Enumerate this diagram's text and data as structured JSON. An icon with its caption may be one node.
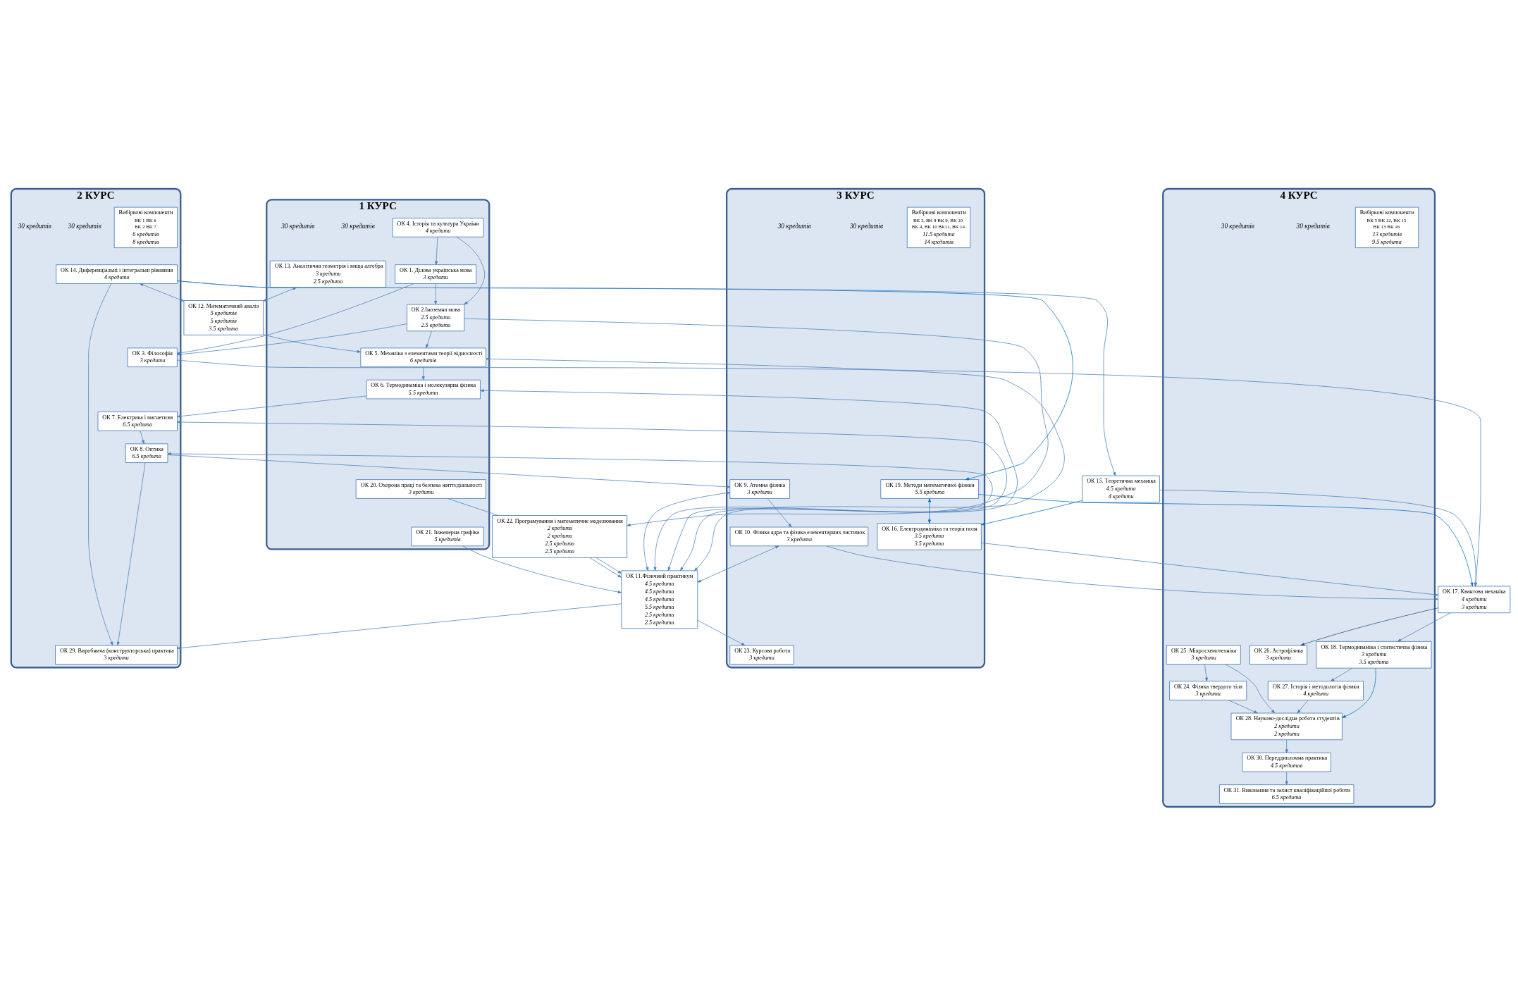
{
  "diagram": {
    "nodes": [
      {
        "text": [
          "1 КУРС"
        ],
        "beside": [
          "30 кредитів",
          "30 кредитів"
        ]
      },
      {
        "text": [
          "2 КУРС"
        ],
        "beside": [
          "30 кредитів",
          "30 кредитів"
        ]
      },
      {
        "text": [
          "3 КУРС"
        ],
        "beside": [
          "30 кредитів",
          "30 кредитів"
        ]
      },
      {
        "text": [
          "4 КУРС"
        ],
        "beside": [
          "30 кредитів",
          "30 кредитів"
        ]
      },
      {
        "text": [
          "ОК 4. Історія та культура України",
          "4 кредити"
        ],
        "in": 0
      },
      {
        "text": [
          "ОК 1. Ділова українська мова",
          "3 кредити"
        ],
        "in": 0
      },
      {
        "text": [
          "ОК 2.Іноземна мова",
          "2.5 кредити",
          "2.5 кредити"
        ],
        "in": 0
      },
      {
        "text": [
          "ОК 13. Аналітична геометрія і вища алгебра",
          "3 кредити",
          "2.5 кредита"
        ],
        "in": 0
      },
      {
        "text": [
          "ОК 12. Математичний аналіз",
          "5 кредитів",
          "5 кредитів",
          "3.5 кредита"
        ]
      },
      {
        "text": [
          "ОК 5. Механіка з елементами теорії відносності",
          "6 кредитів"
        ],
        "in": 0
      },
      {
        "text": [
          "ОК 6. Термодинаміка і молекулярна фізика",
          "5.5 кредита"
        ],
        "in": 0
      },
      {
        "text": [
          "ОК 11.Фізичний практикум",
          "4.5 кредита",
          "4.5 кредита",
          "4.5 кредита",
          "5.5 кредита",
          "2.5 кредита",
          "2.5 кредита"
        ]
      },
      {
        "text": [
          "ОК 22. Програмування і математичне моделювання",
          "2 кредити",
          "2 кредити",
          "2.5 кредита",
          "2.5 кредита"
        ]
      },
      {
        "text": [
          "ОК 20. Охорона праці та безпека життєдіяльності",
          "3 кредити"
        ],
        "in": 0
      },
      {
        "text": [
          "ОК 21. Інженерна графіка",
          "5 кредитів"
        ],
        "in": 0
      },
      {
        "text": [
          "ОК 3. Філософія",
          "3 кредити"
        ],
        "in": 1
      },
      {
        "text": [
          "ОК 15. Теоретична механіка",
          "4.5 кредита",
          "4 кредити"
        ]
      },
      {
        "text": [
          "ОК 14. Диференціальні і інтегральні рівняння",
          "4 кредити"
        ],
        "in": 1
      },
      {
        "text": [
          "ОК 29. Виробнича (конструкторська) практика",
          "3 кредити"
        ],
        "in": 1
      },
      {
        "text": [
          "ОК 7. Електрика і магнетизм",
          "6.5 кредита"
        ],
        "in": 1
      },
      {
        "text": [
          "ОК 8. Оптика",
          "6.5 кредита"
        ],
        "in": 1
      },
      {
        "text": [
          "Вибіркові компоненти",
          "ВК 1 ВК 6",
          "ВК 2 ВК 7",
          "6 кредитів",
          "8 кредитів"
        ],
        "in": 1
      },
      {
        "text": [
          "ОК 17. Квантова механіка",
          "4 кредити",
          "3 кредити"
        ]
      },
      {
        "text": [
          "ОК 19. Методи математичної фізики",
          "5.5 кредита"
        ],
        "in": 2
      },
      {
        "text": [
          "ОК 16. Електродинаміка та теорія поля",
          "3.5 кредита",
          "3.5 кредита"
        ],
        "in": 2
      },
      {
        "text": [
          "ОК 9. Атомна фізика",
          "3 кредити"
        ],
        "in": 2
      },
      {
        "text": [
          "ОК 10. Фізика ядра та фізика елементарних частинок",
          "3 кредити"
        ],
        "in": 2
      },
      {
        "text": [
          "ОК 23. Курсова робота",
          "3 кредити"
        ],
        "in": 2
      },
      {
        "text": [
          "Вибіркові компоненти",
          "ВК 3, ВК 8 ВК 9, ВК 10",
          "ВК 4, ВК 10 ВК11, ВК 14",
          "11.5 кредита",
          "14 кредитів"
        ],
        "in": 2
      },
      {
        "text": [
          "ОК 26. Астрофізика",
          "3 кредити"
        ],
        "in": 3
      },
      {
        "text": [
          "ОК 18. Термодинаміка і статистична фізика",
          "3 кредити",
          "3.5 кредита"
        ],
        "in": 3
      },
      {
        "text": [
          "ОК 25. Мікросхемотехніка",
          "3 кредити"
        ],
        "in": 3
      },
      {
        "text": [
          "ОК 27. Історія і методологія фізики",
          "4 кредити"
        ],
        "in": 3
      },
      {
        "text": [
          "ОК 24. Фізика твердого тіла",
          "3 кредити"
        ],
        "in": 3
      },
      {
        "text": [
          "ОК 28. Науково-дослідна робота студентів",
          "2 кредити",
          "2 кредити"
        ],
        "in": 3
      },
      {
        "text": [
          "ОК 30. Переддипломна практика",
          "4.5 кредитав"
        ],
        "in": 3
      },
      {
        "text": [
          "ОК 31. Виконання та захист кваліфікаційної роботи",
          "6.5 кредита"
        ],
        "in": 3
      },
      {
        "text": [
          "Вибіркові компоненти",
          "ВК 5 ВК 12, ВК 15",
          "ВК 13 ВК 16",
          "13 кредитів",
          "9.5 кредита"
        ],
        "in": 3
      }
    ],
    "edges": [
      {
        "from": 4,
        "to": 5,
        "arrow": "to"
      },
      {
        "from": 4,
        "to": 6,
        "arrow": "to"
      },
      {
        "from": 5,
        "to": 6,
        "arrow": "to"
      },
      {
        "from": 5,
        "to": 15,
        "arrow": "to"
      },
      {
        "from": 6,
        "to": 15,
        "arrow": "to"
      },
      {
        "from": 6,
        "to": 9,
        "arrow": "to"
      },
      {
        "from": 6,
        "to": 12,
        "arrow": "to"
      },
      {
        "from": 7,
        "to": 8,
        "arrow": "both"
      },
      {
        "from": 8,
        "to": 9,
        "arrow": "to"
      },
      {
        "from": 9,
        "to": 10,
        "arrow": "to"
      },
      {
        "from": 9,
        "to": 11,
        "arrow": "both"
      },
      {
        "from": 10,
        "to": 11,
        "arrow": "both"
      },
      {
        "from": 10,
        "to": 19,
        "arrow": "to"
      },
      {
        "from": 19,
        "to": 20,
        "arrow": "to"
      },
      {
        "from": 19,
        "to": 11,
        "arrow": "both"
      },
      {
        "from": 20,
        "to": 11,
        "arrow": "both"
      },
      {
        "from": 20,
        "to": 25,
        "arrow": "to"
      },
      {
        "from": 25,
        "to": 26,
        "arrow": "to"
      },
      {
        "from": 25,
        "to": 11,
        "arrow": "both"
      },
      {
        "from": 26,
        "to": 11,
        "arrow": "both"
      },
      {
        "from": 26,
        "to": 22,
        "arrow": "to"
      },
      {
        "from": 12,
        "to": 11,
        "arrow": "to"
      },
      {
        "from": 12,
        "to": 11,
        "arrow": "to"
      },
      {
        "from": 14,
        "to": 11,
        "arrow": "to"
      },
      {
        "from": 13,
        "to": 12,
        "arrow": "none"
      },
      {
        "from": 11,
        "to": 27,
        "arrow": "to"
      },
      {
        "from": 20,
        "to": 18,
        "arrow": "to"
      },
      {
        "from": 11,
        "to": 18,
        "arrow": "to"
      },
      {
        "from": 17,
        "to": 18,
        "arrow": "to"
      },
      {
        "from": 17,
        "to": 16,
        "arrow": "to"
      },
      {
        "from": 17,
        "to": 23,
        "arrow": "to",
        "color": "#0070c0"
      },
      {
        "from": 17,
        "to": 8,
        "arrow": "both"
      },
      {
        "from": 15,
        "to": 22,
        "arrow": "to"
      },
      {
        "from": 16,
        "to": 22,
        "arrow": "to"
      },
      {
        "from": 16,
        "to": 24,
        "arrow": "to",
        "color": "#0070c0"
      },
      {
        "from": 23,
        "to": 24,
        "arrow": "both",
        "color": "#0070c0"
      },
      {
        "from": 23,
        "to": 22,
        "arrow": "to",
        "color": "#0070c0"
      },
      {
        "from": 24,
        "to": 22,
        "arrow": "to"
      },
      {
        "from": 22,
        "to": 29,
        "arrow": "to",
        "color": "#1f4e79"
      },
      {
        "from": 22,
        "to": 30,
        "arrow": "to"
      },
      {
        "from": 30,
        "to": 32,
        "arrow": "to"
      },
      {
        "from": 30,
        "to": 34,
        "arrow": "to",
        "color": "#0070c0"
      },
      {
        "from": 31,
        "to": 33,
        "arrow": "to"
      },
      {
        "from": 31,
        "to": 34,
        "arrow": "to"
      },
      {
        "from": 33,
        "to": 34,
        "arrow": "to"
      },
      {
        "from": 32,
        "to": 34,
        "arrow": "to"
      },
      {
        "from": 34,
        "to": 35,
        "arrow": "to"
      },
      {
        "from": 35,
        "to": 36,
        "arrow": "to"
      }
    ]
  }
}
